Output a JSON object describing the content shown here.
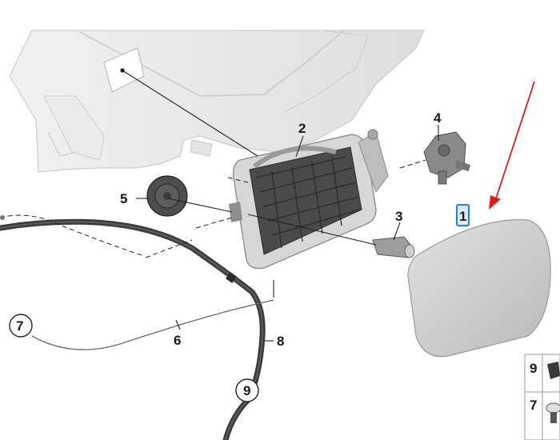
{
  "callouts": {
    "part_1": "1",
    "part_2": "2",
    "part_3": "3",
    "part_4": "4",
    "part_5": "5",
    "part_6": "6",
    "part_7": "7",
    "part_8": "8",
    "part_9": "9"
  },
  "legend": {
    "row_9": "9",
    "row_7": "7"
  },
  "colors": {
    "highlight": "#2a7fd4",
    "arrow": "#d81f1f",
    "body_panel": "#e6e6e6",
    "dark_part": "#3a3a3a",
    "flap": "#c9c9c9"
  }
}
